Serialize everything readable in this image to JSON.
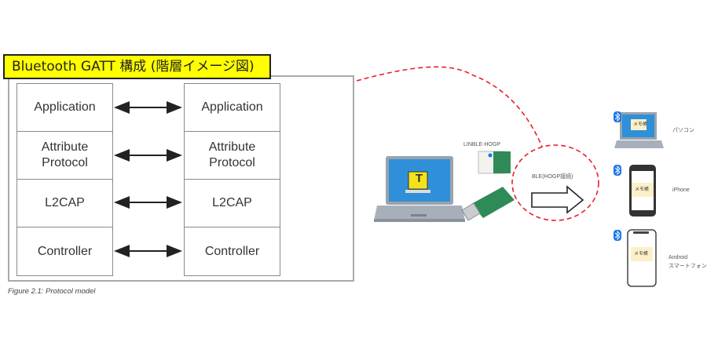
{
  "title": "Bluetooth GATT 構成 (階層イメージ図)",
  "protocol_model": {
    "left_stack": [
      "Application",
      "Attribute\nProtocol",
      "L2CAP",
      "Controller"
    ],
    "right_stack": [
      "Application",
      "Attribute\nProtocol",
      "L2CAP",
      "Controller"
    ],
    "caption": "Figure 2.1:  Protocol model"
  },
  "devices": {
    "host_laptop_screen_letter": "T",
    "module_label": "LINBLE-HOGP",
    "connection_label": "BLE(HOGP接続)",
    "targets": [
      {
        "app_label": "メモ帳",
        "device_label": "パソコン",
        "type": "laptop"
      },
      {
        "app_label": "メモ帳",
        "device_label": "iPhone",
        "type": "phone"
      },
      {
        "app_label": "メモ帳",
        "device_label": "Android\nスマートフォン",
        "type": "phone"
      }
    ]
  },
  "colors": {
    "title_bg": "#ffff00",
    "dashed_line": "#e8202a",
    "bluetooth": "#1a73e8",
    "screen_blue": "#2f8fd8",
    "module_green": "#2e8b57"
  }
}
